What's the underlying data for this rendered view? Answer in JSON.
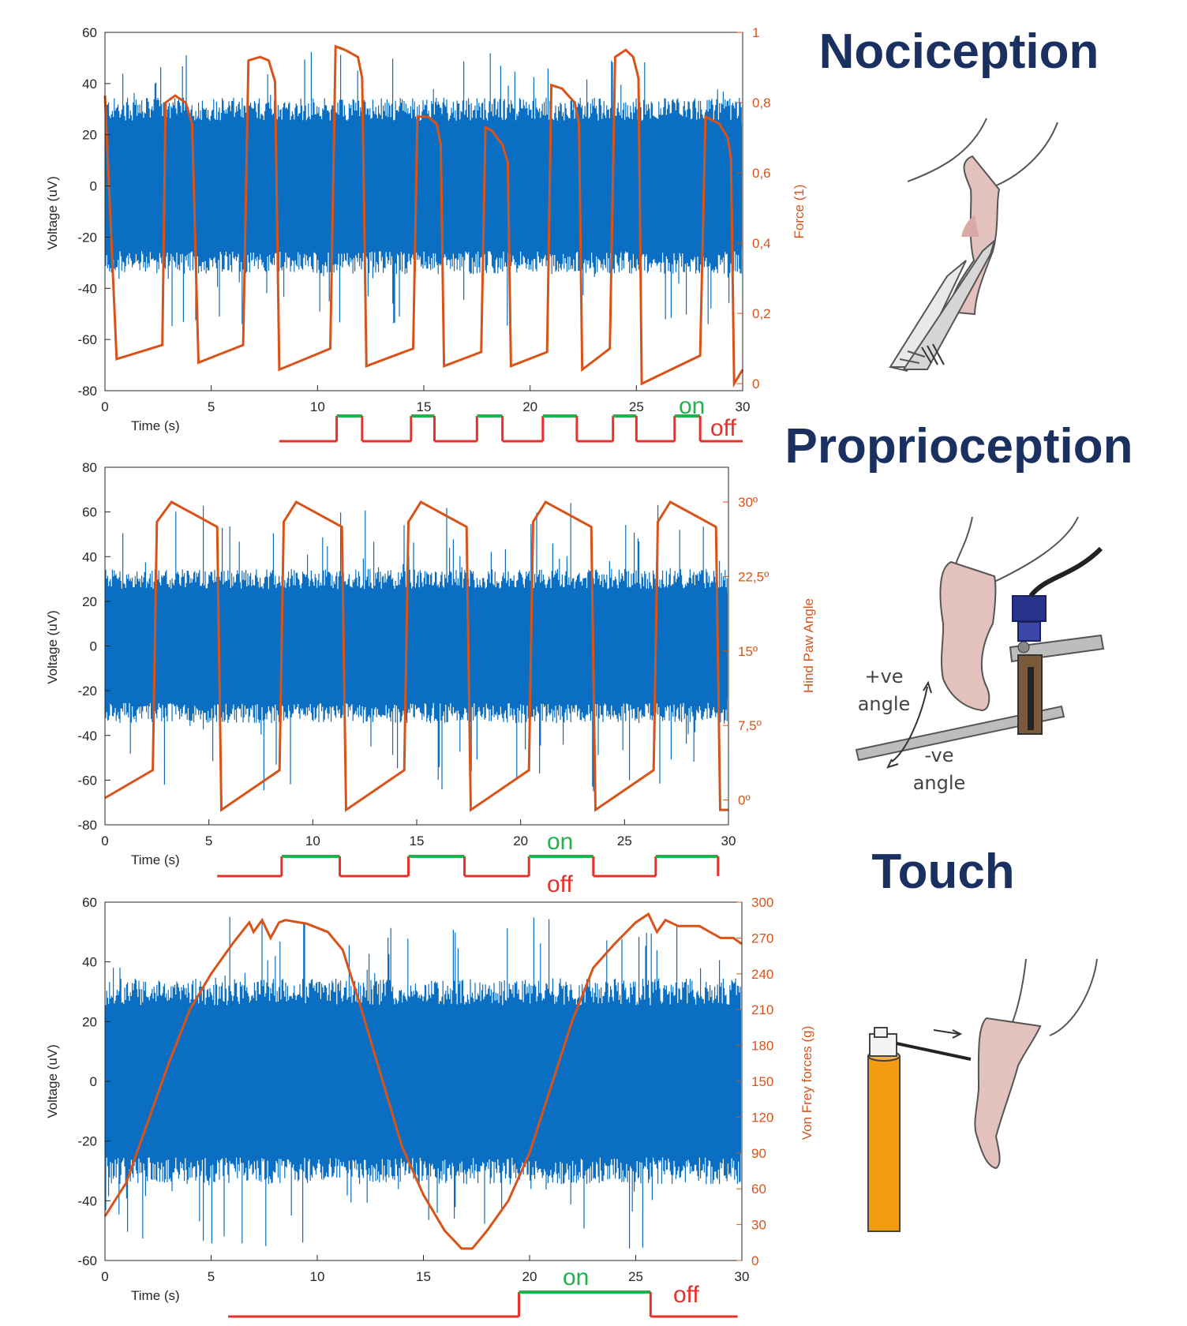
{
  "colors": {
    "voltage": "#0a6fc2",
    "overlay": "#d95319",
    "on": "#22b14c",
    "off": "#e8302a",
    "heading": "#1a3060",
    "skin": "#e3c2be",
    "probe_orange": "#f39b12",
    "electrode_blue": "#27348b"
  },
  "icons": [
    "forceps-on-hind-paw-illustration",
    "goniometer-hind-paw-illustration",
    "von-frey-filament-illustration"
  ],
  "headings": [
    "Nociception",
    "Proprioception",
    "Touch"
  ],
  "chart_data": [
    {
      "type": "line",
      "title": "",
      "xlabel": "Time (s)",
      "ylabel": "Voltage (uV)",
      "y2label": "Force (1)",
      "xlim": [
        0,
        30
      ],
      "ylim": [
        -80,
        60
      ],
      "y2lim": [
        -0.02,
        1.0
      ],
      "xticks": [
        "0",
        "5",
        "10",
        "15",
        "20",
        "25",
        "30"
      ],
      "yticks": [
        "60",
        "40",
        "20",
        "0",
        "-20",
        "-40",
        "-60",
        "-80"
      ],
      "y2ticks": [
        "1",
        "0,8",
        "0,6",
        "0,4",
        "0,2",
        "0"
      ],
      "grid": false,
      "series": [
        {
          "role": "voltage",
          "x": [
            0,
            30
          ],
          "envelope": [
            [
              0,
              30
            ],
            [
              30,
              30
            ]
          ],
          "peak": 55
        },
        {
          "role": "force",
          "x": [
            0,
            0.55,
            2.7,
            2.85,
            3.3,
            3.8,
            4.1,
            4.4,
            6.5,
            6.75,
            7.3,
            7.7,
            8.0,
            8.2,
            10.6,
            10.85,
            11.3,
            11.9,
            12.1,
            12.3,
            14.5,
            14.7,
            15.2,
            15.6,
            15.8,
            15.95,
            17.7,
            17.9,
            18.2,
            18.7,
            18.95,
            19.1,
            20.8,
            21.0,
            21.5,
            22.1,
            22.3,
            22.45,
            23.75,
            24.0,
            24.5,
            24.85,
            25.1,
            25.25,
            28.0,
            28.25,
            28.9,
            29.3,
            29.45,
            29.6,
            30.0
          ],
          "y": [
            0.82,
            0.07,
            0.11,
            0.8,
            0.82,
            0.8,
            0.74,
            0.06,
            0.11,
            0.92,
            0.93,
            0.92,
            0.86,
            0.04,
            0.1,
            0.96,
            0.95,
            0.93,
            0.87,
            0.05,
            0.1,
            0.76,
            0.76,
            0.74,
            0.68,
            0.05,
            0.09,
            0.73,
            0.72,
            0.68,
            0.63,
            0.05,
            0.09,
            0.85,
            0.84,
            0.8,
            0.74,
            0.04,
            0.1,
            0.93,
            0.95,
            0.93,
            0.87,
            0.0,
            0.08,
            0.76,
            0.74,
            0.7,
            0.64,
            0.0,
            0.04
          ]
        }
      ],
      "stimulus": {
        "on_label": "on",
        "off_label": "off",
        "on_intervals": [
          [
            10.9,
            12.1
          ],
          [
            14.4,
            15.5
          ],
          [
            17.5,
            18.7
          ],
          [
            20.6,
            22.2
          ],
          [
            23.9,
            25.0
          ],
          [
            26.8,
            28.0
          ]
        ],
        "x_start": 8.2,
        "x_end": 30.0
      }
    },
    {
      "type": "line",
      "title": "",
      "xlabel": "Time (s)",
      "ylabel": "Voltage (uV)",
      "y2label": "Hind Paw Angle",
      "xlim": [
        0,
        30
      ],
      "ylim": [
        -80,
        80
      ],
      "y2lim": [
        -2.5,
        33.5
      ],
      "xticks": [
        "0",
        "5",
        "10",
        "15",
        "20",
        "25",
        "30"
      ],
      "yticks": [
        "80",
        "60",
        "40",
        "20",
        "0",
        "-20",
        "-40",
        "-60",
        "-80"
      ],
      "y2ticks": [
        "30º",
        "22,5º",
        "15º",
        "7,5º",
        "0º"
      ],
      "grid": false,
      "series": [
        {
          "role": "voltage",
          "x": [
            0,
            30
          ],
          "envelope": [
            [
              0,
              30
            ],
            [
              30,
              30
            ]
          ],
          "peak": 65
        },
        {
          "role": "angle",
          "x": [
            0,
            2.3,
            2.5,
            3.2,
            5.4,
            5.6,
            8.4,
            8.6,
            9.2,
            11.4,
            11.6,
            14.4,
            14.6,
            15.2,
            17.4,
            17.6,
            20.4,
            20.6,
            21.2,
            23.4,
            23.6,
            26.4,
            26.6,
            27.2,
            29.4,
            29.6,
            30.0
          ],
          "y": [
            0.2,
            3.0,
            28.0,
            30.0,
            27.5,
            -1.0,
            3.0,
            28.0,
            30.0,
            27.5,
            -1.0,
            3.0,
            28.0,
            30.0,
            27.5,
            -1.0,
            3.0,
            28.0,
            30.0,
            27.5,
            -1.0,
            3.0,
            28.0,
            30.0,
            27.5,
            -1.0,
            -1.0
          ]
        }
      ],
      "stimulus": {
        "on_label": "on",
        "off_label": "off",
        "on_intervals": [
          [
            8.5,
            11.3
          ],
          [
            14.6,
            17.3
          ],
          [
            20.4,
            23.5
          ],
          [
            26.5,
            29.5
          ]
        ],
        "x_start": 5.4,
        "x_end": 29.5
      }
    },
    {
      "type": "line",
      "title": "",
      "xlabel": "Time (s)",
      "ylabel": "Voltage (uV)",
      "y2label": "Von Frey forces (g)",
      "xlim": [
        0,
        30
      ],
      "ylim": [
        -60,
        60
      ],
      "y2lim": [
        0,
        300
      ],
      "xticks": [
        "0",
        "5",
        "10",
        "15",
        "20",
        "25",
        "30"
      ],
      "yticks": [
        "60",
        "40",
        "20",
        "0",
        "-20",
        "-40",
        "-60"
      ],
      "y2ticks": [
        "300",
        "270",
        "240",
        "210",
        "180",
        "150",
        "120",
        "90",
        "60",
        "30",
        "0"
      ],
      "grid": false,
      "series": [
        {
          "role": "voltage",
          "x": [
            0,
            30
          ],
          "envelope": [
            [
              0,
              30
            ],
            [
              30,
              30
            ]
          ],
          "peak": 56
        },
        {
          "role": "von_frey",
          "x": [
            0,
            1.0,
            2.0,
            3.0,
            4.0,
            5.0,
            6.0,
            6.8,
            7.0,
            7.4,
            7.8,
            8.2,
            8.5,
            9.5,
            10.5,
            11.2,
            12.0,
            13.0,
            14.0,
            15.0,
            16.0,
            16.8,
            17.3,
            18.0,
            19.0,
            20.0,
            21.0,
            22.0,
            23.0,
            24.0,
            25.0,
            25.6,
            26.0,
            26.4,
            27.0,
            28.0,
            29.0,
            29.6,
            30.0
          ],
          "y": [
            37,
            65,
            115,
            165,
            210,
            240,
            265,
            283,
            275,
            285,
            270,
            283,
            285,
            282,
            275,
            260,
            215,
            155,
            95,
            55,
            25,
            10,
            10,
            25,
            50,
            90,
            145,
            200,
            245,
            265,
            283,
            290,
            275,
            285,
            280,
            280,
            270,
            270,
            265
          ]
        }
      ],
      "stimulus": {
        "on_label": "on",
        "off_label": "off",
        "on_intervals": [
          [
            19.5,
            25.7
          ]
        ],
        "x_start": 5.8,
        "x_end": 29.8
      }
    }
  ]
}
